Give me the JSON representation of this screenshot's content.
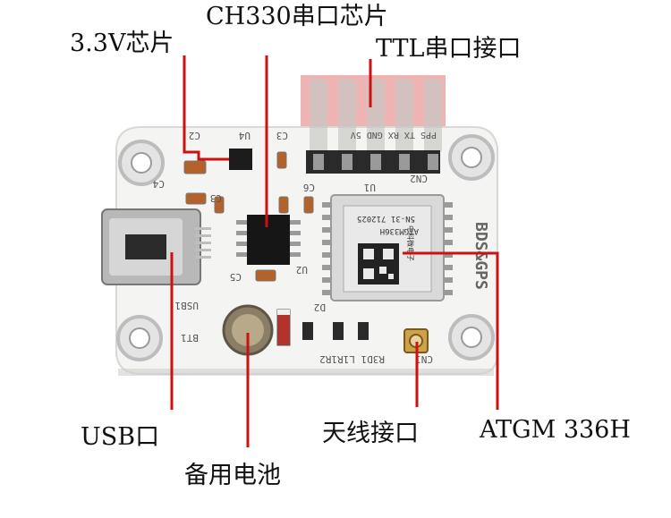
{
  "labels": {
    "chip_3v3": "3.3V芯片",
    "ch330": "CH330串口芯片",
    "ttl": "TTL串口接口",
    "usb": "USB口",
    "battery": "备用电池",
    "antenna": "天线接口",
    "atgm": "ATGM 336H"
  },
  "silkscreen": {
    "c2": "C2",
    "u4": "U4",
    "c3_top": "C3",
    "c4": "C4",
    "c6": "C6",
    "c3": "C3",
    "c5": "C5",
    "u2": "U2",
    "usb1": "USB1",
    "bt1": "BT1",
    "d2": "D2",
    "r3d1": "R3D1 L1R1R2",
    "cn1": "CN1",
    "u1": "U1",
    "cn2": "CN2",
    "pins": "PPS TX RX GND 5V",
    "brand": "BDS&GPS",
    "module_1": "ATGM336H",
    "module_2": "中科微电子",
    "module_3": "5N-31 712025"
  },
  "colors": {
    "board": "#f4f4f2",
    "leader_line": "#cc1111",
    "header_highlight": "#e89a9a"
  }
}
